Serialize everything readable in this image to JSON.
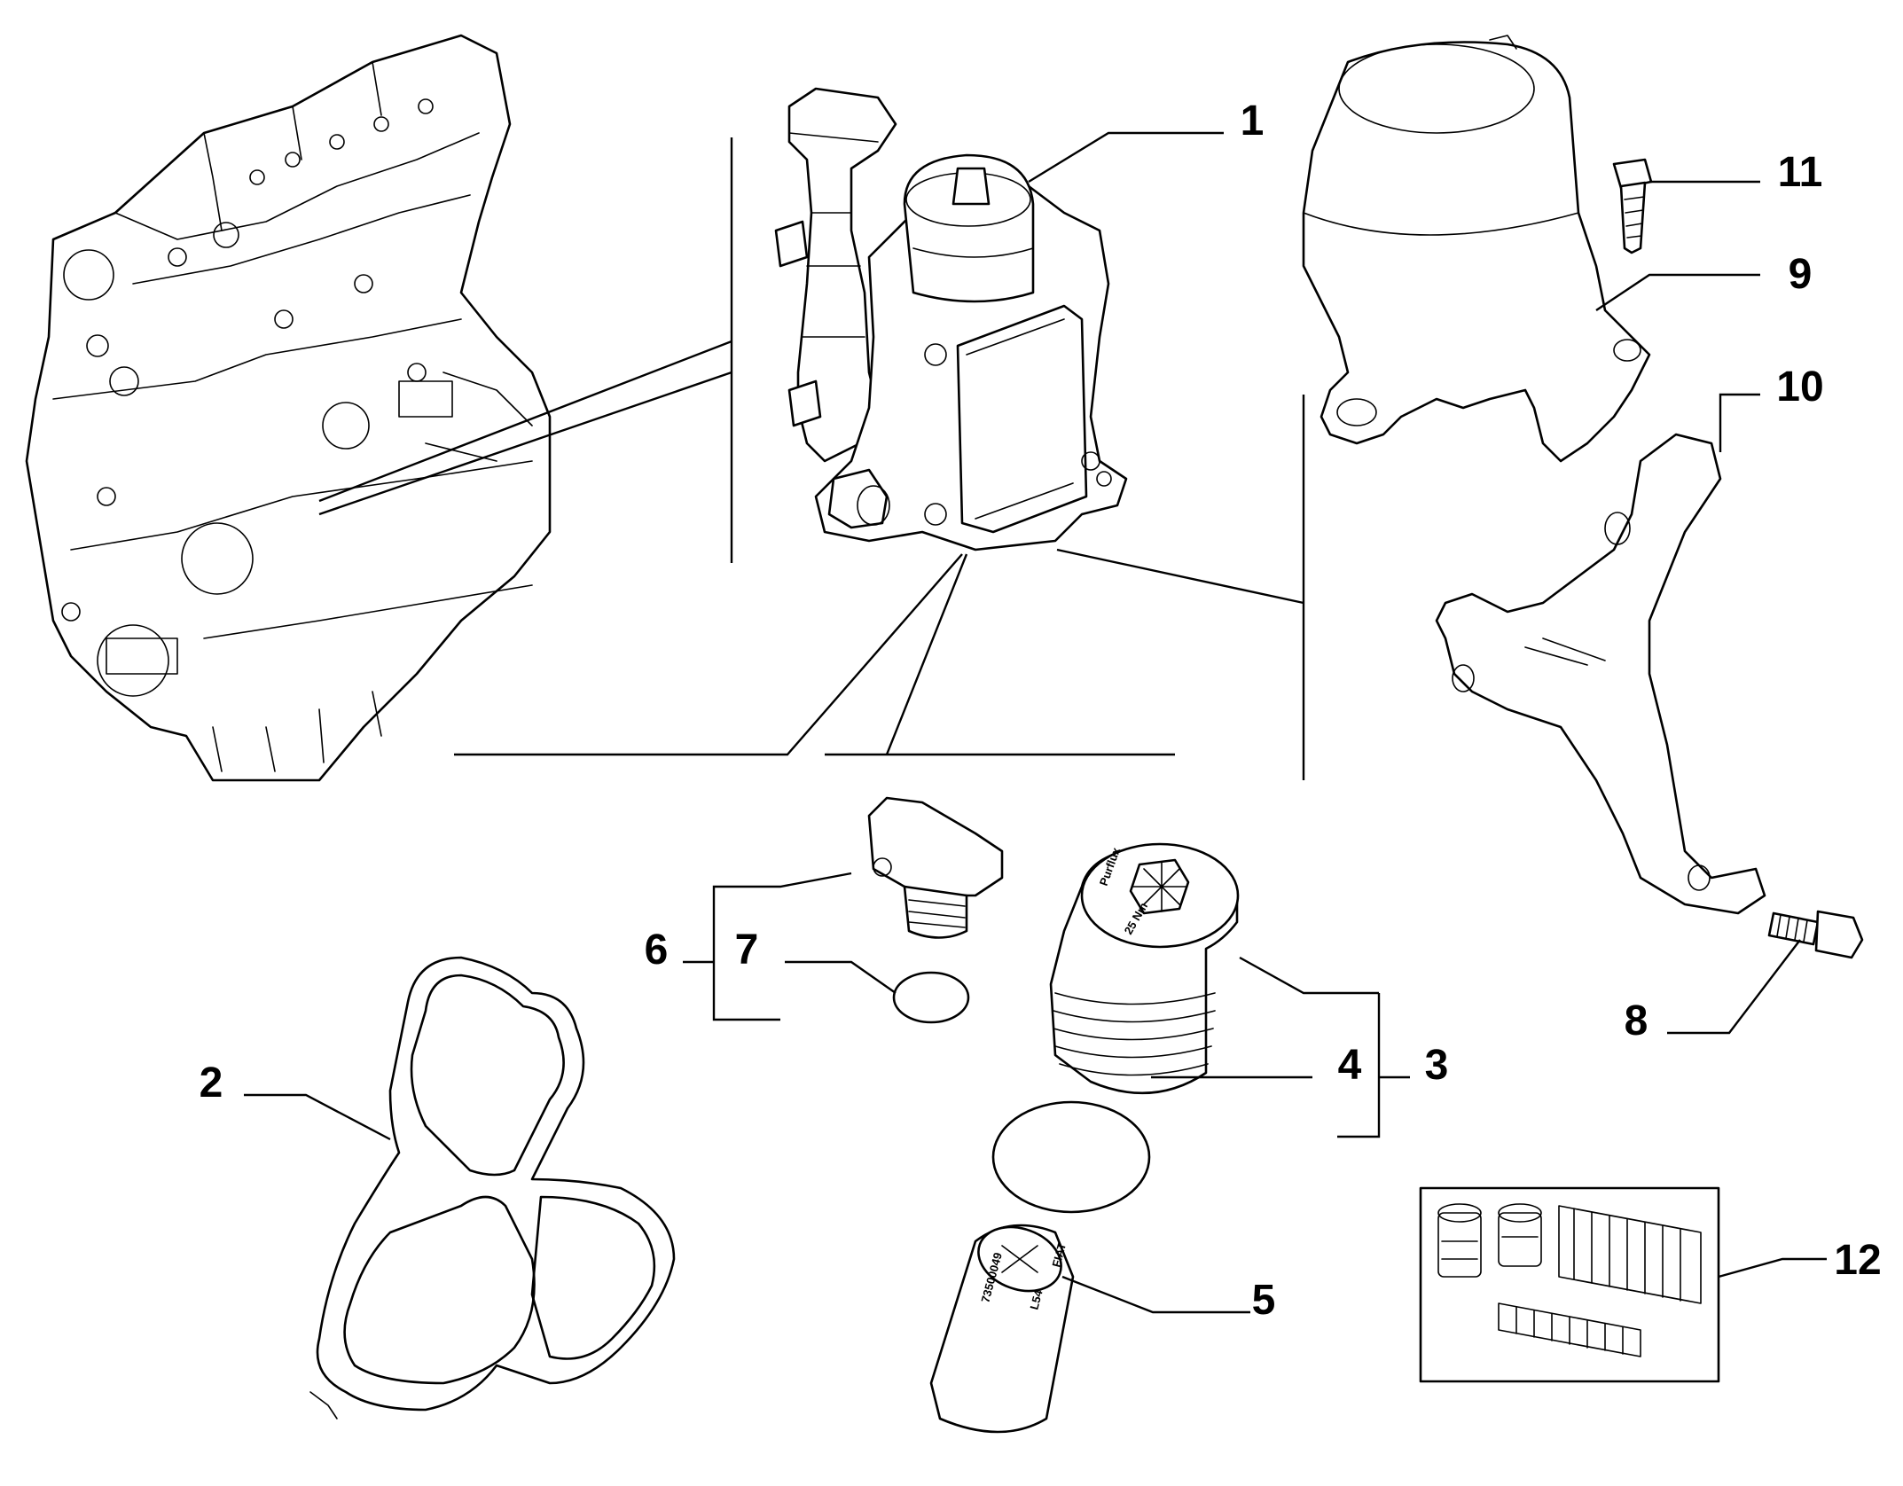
{
  "callouts": [
    {
      "id": "c1",
      "label": "1"
    },
    {
      "id": "c2",
      "label": "2"
    },
    {
      "id": "c3",
      "label": "3"
    },
    {
      "id": "c4",
      "label": "4"
    },
    {
      "id": "c5",
      "label": "5"
    },
    {
      "id": "c6",
      "label": "6"
    },
    {
      "id": "c7",
      "label": "7"
    },
    {
      "id": "c8",
      "label": "8"
    },
    {
      "id": "c9",
      "label": "9"
    },
    {
      "id": "c10",
      "label": "10"
    },
    {
      "id": "c11",
      "label": "11"
    },
    {
      "id": "c12",
      "label": "12"
    }
  ],
  "part_markings": {
    "filter_cap_top": "Purflux",
    "filter_cap_side": "25 Nm",
    "filter_element_brand": "FIAT",
    "filter_element_code": "73500049",
    "filter_element_side": "L54"
  },
  "colors": {
    "line": "#000000",
    "background": "#ffffff"
  }
}
